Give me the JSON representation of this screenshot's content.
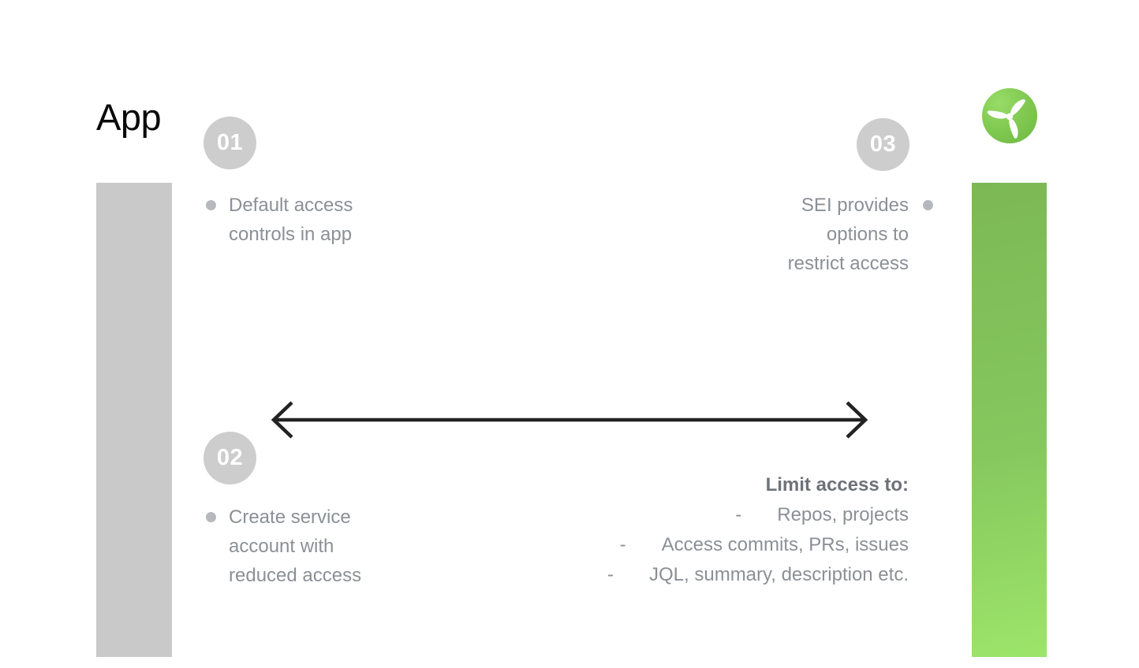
{
  "page": {
    "title": "App",
    "background": "#ffffff"
  },
  "logo": {
    "name": "propeller-logo",
    "circle_color_light": "#97dc66",
    "circle_color_dark": "#6db945",
    "blade_color": "#ffffff"
  },
  "bars": {
    "left_color": "#c9c9c9",
    "right_gradient_top": "#7cb955",
    "right_gradient_bottom": "#9ce56a"
  },
  "arrow": {
    "color": "#232323",
    "direction": "double-headed-horizontal"
  },
  "steps": [
    {
      "number": "01",
      "lines": [
        "Default access",
        "controls in app"
      ]
    },
    {
      "number": "02",
      "lines": [
        "Create service",
        "account with",
        "reduced access"
      ]
    },
    {
      "number": "03",
      "lines": [
        "SEI provides",
        "options to",
        "restrict access"
      ]
    }
  ],
  "limit": {
    "header": "Limit access to:",
    "dash": "-",
    "items": [
      "Repos, projects",
      "Access commits, PRs, issues",
      "JQL, summary, description etc."
    ]
  },
  "colors": {
    "step_circle": "#cdcdcd",
    "note_text": "#8b9096",
    "bullet": "#b5b9be",
    "limit_header_text": "#6e7278",
    "title_text": "#0a0a0a"
  }
}
